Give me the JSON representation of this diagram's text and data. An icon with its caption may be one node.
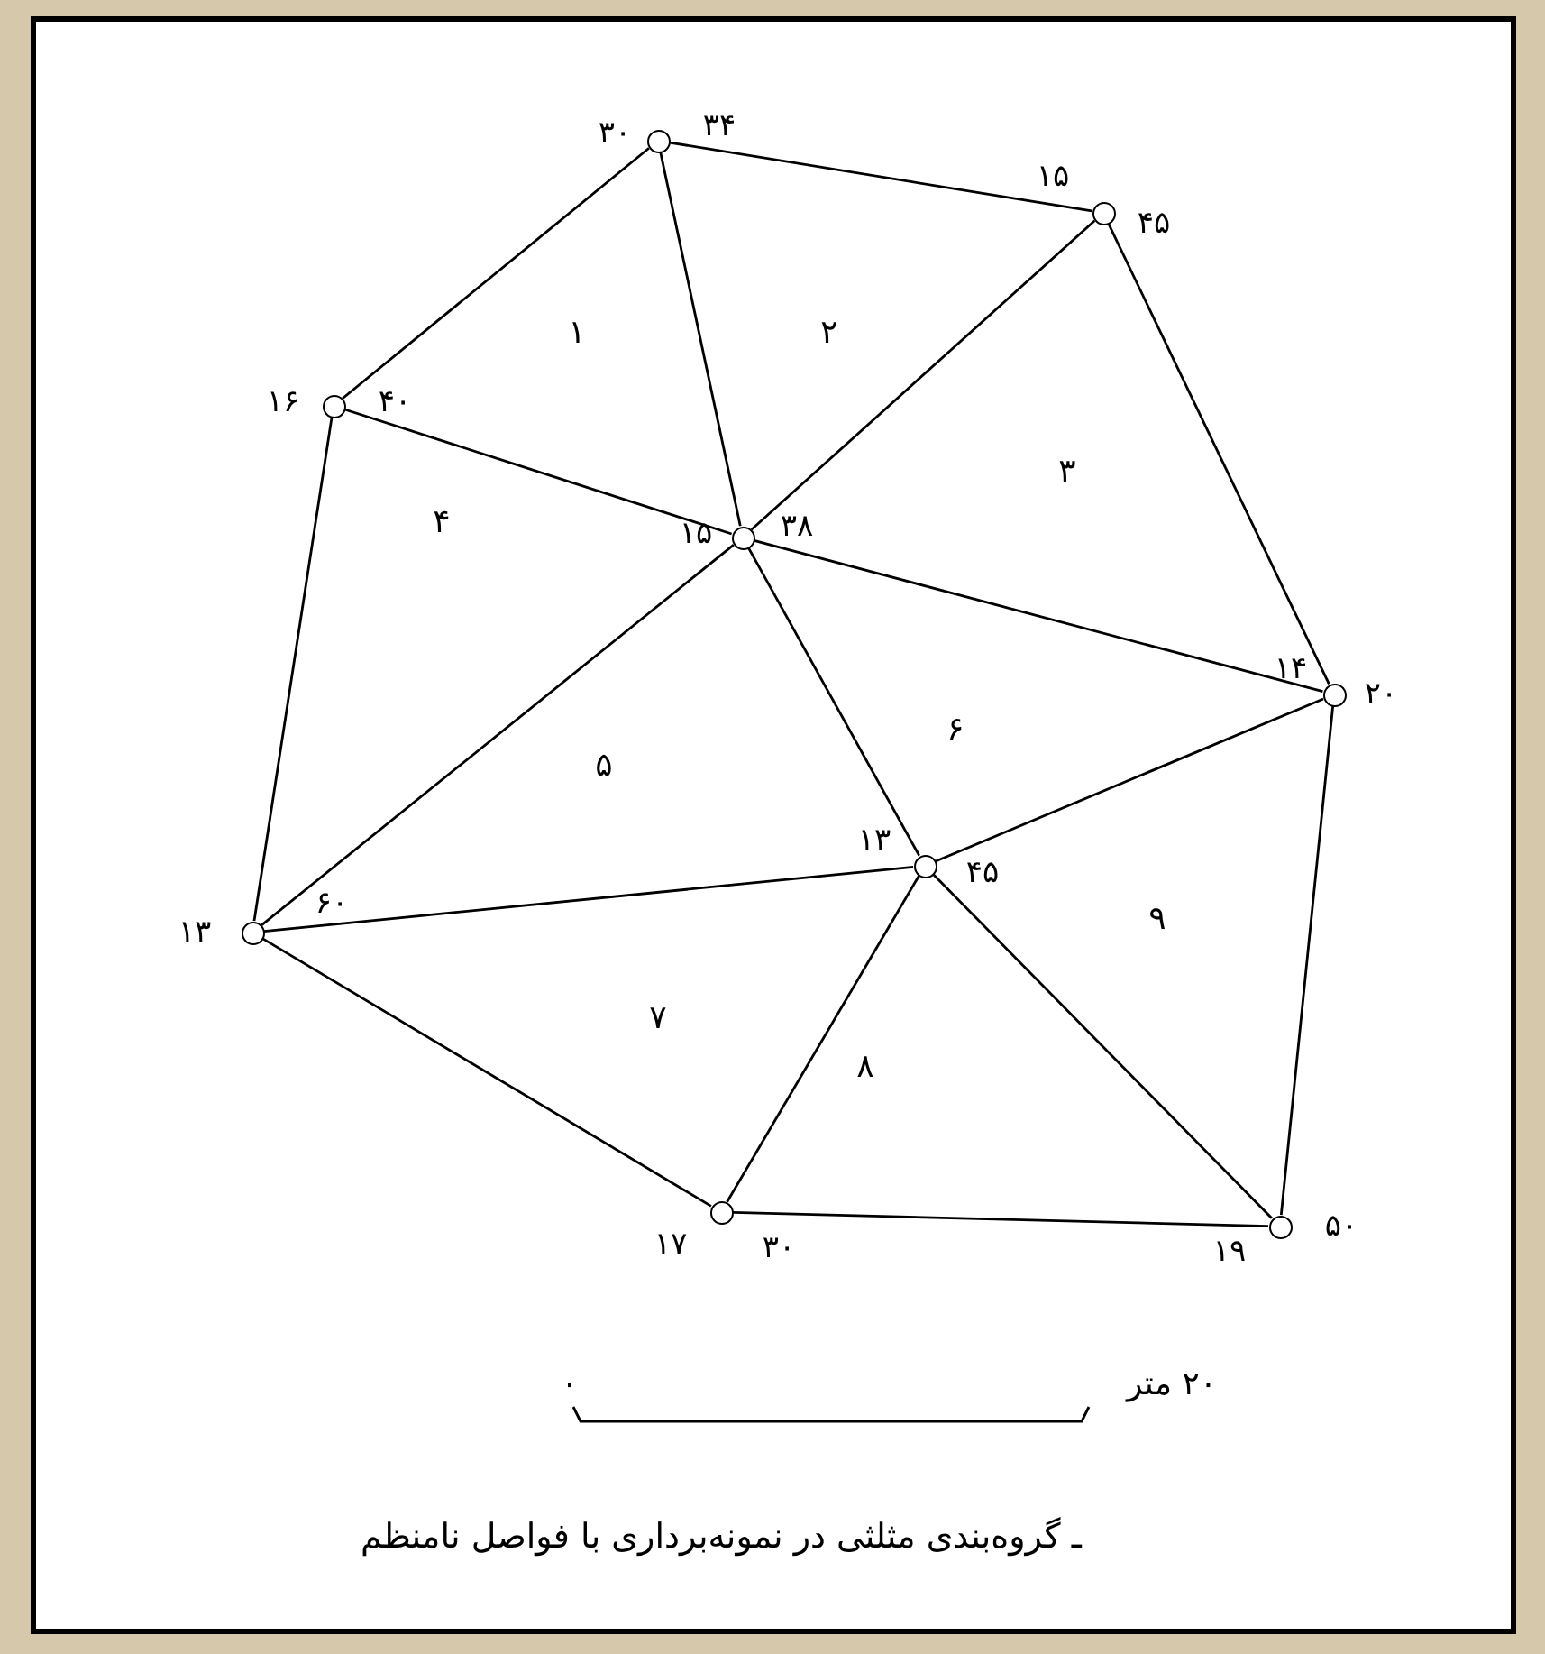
{
  "diagram": {
    "caption": "ـ گروه‌بندی مثلثی در نمونه‌برداری با فواصل نامنظم",
    "nodes": [
      {
        "text": [],
        "shape": "circle",
        "beside": [
          "۳۰",
          "۳۴"
        ]
      },
      {
        "text": [],
        "shape": "circle",
        "beside": [
          "۱۵",
          "۴۵"
        ]
      },
      {
        "text": [],
        "shape": "circle",
        "beside": [
          "۱۶",
          "۴۰"
        ]
      },
      {
        "text": [],
        "shape": "circle",
        "beside": [
          "۱۵",
          "۳۸"
        ]
      },
      {
        "text": [],
        "shape": "circle",
        "beside": [
          "۱۴",
          "۲۰"
        ]
      },
      {
        "text": [],
        "shape": "circle",
        "beside": [
          "۱۳",
          "۴۵"
        ]
      },
      {
        "text": [],
        "shape": "circle",
        "beside": [
          "۱۳",
          "۶۰"
        ]
      },
      {
        "text": [],
        "shape": "circle",
        "beside": [
          "۱۷",
          "۳۰"
        ]
      },
      {
        "text": [],
        "shape": "circle",
        "beside": [
          "۱۹",
          "۵۰"
        ]
      }
    ],
    "edges": [
      {
        "from": 0,
        "to": 1,
        "arrow": "none"
      },
      {
        "from": 0,
        "to": 2,
        "arrow": "none"
      },
      {
        "from": 0,
        "to": 3,
        "arrow": "none"
      },
      {
        "from": 1,
        "to": 3,
        "arrow": "none"
      },
      {
        "from": 1,
        "to": 4,
        "arrow": "none"
      },
      {
        "from": 2,
        "to": 3,
        "arrow": "none"
      },
      {
        "from": 2,
        "to": 6,
        "arrow": "none"
      },
      {
        "from": 3,
        "to": 6,
        "arrow": "none"
      },
      {
        "from": 3,
        "to": 4,
        "arrow": "none"
      },
      {
        "from": 3,
        "to": 5,
        "arrow": "none"
      },
      {
        "from": 5,
        "to": 4,
        "arrow": "none"
      },
      {
        "from": 6,
        "to": 5,
        "arrow": "none"
      },
      {
        "from": 6,
        "to": 7,
        "arrow": "none"
      },
      {
        "from": 5,
        "to": 7,
        "arrow": "none"
      },
      {
        "from": 5,
        "to": 8,
        "arrow": "none"
      },
      {
        "from": 4,
        "to": 8,
        "arrow": "none"
      },
      {
        "from": 7,
        "to": 8,
        "arrow": "none"
      }
    ],
    "labels": [
      "۱",
      "۲",
      "۳",
      "۴",
      "۵",
      "۶",
      "۷",
      "۸",
      "۹",
      "۰",
      "۲۰ متر"
    ]
  }
}
